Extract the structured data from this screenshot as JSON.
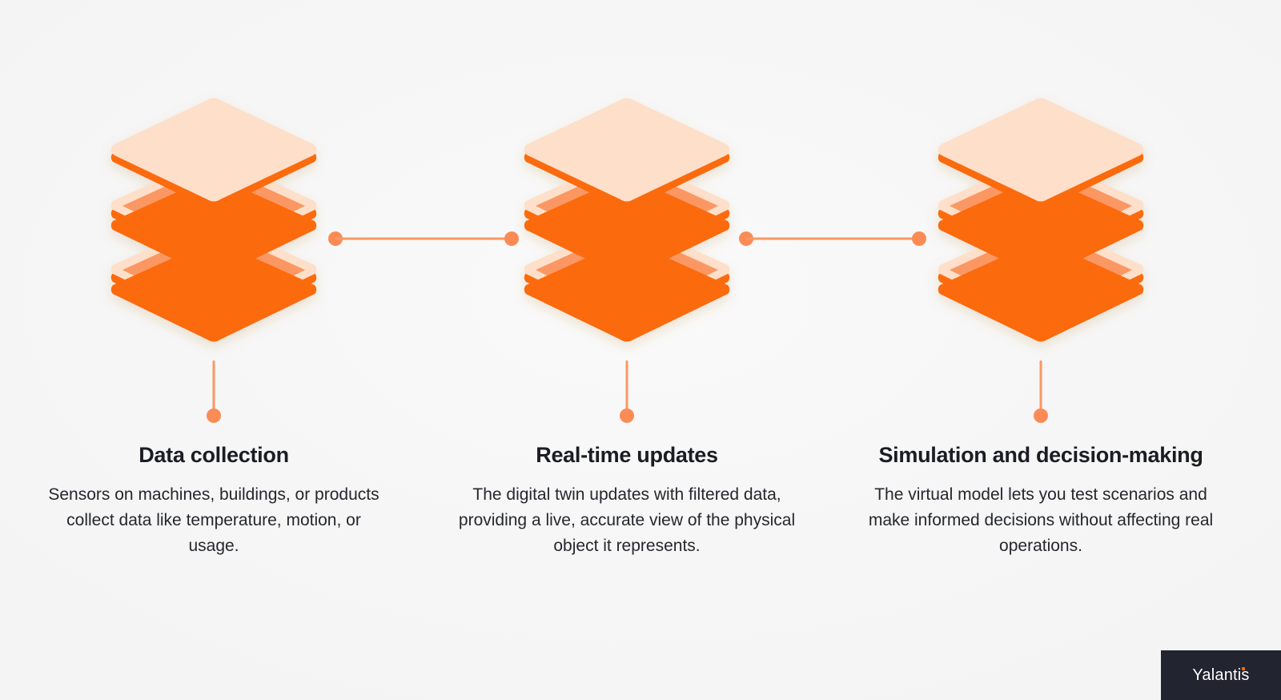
{
  "page": {
    "background_color": "#f6f6f6",
    "accent_color": "#fb6a0c",
    "accent_light_color": "#fddfca",
    "connector_color": "#fb8b55",
    "title_color": "#1b1d23",
    "body_color": "#25272d"
  },
  "steps": [
    {
      "icon": "stacked-layers-icon",
      "title": "Data collection",
      "description": "Sensors on machines, buildings, or products collect data like temperature, motion, or usage."
    },
    {
      "icon": "stacked-layers-icon",
      "title": "Real-time updates",
      "description": "The digital twin updates with filtered data, providing a live, accurate view of the physical object it represents."
    },
    {
      "icon": "stacked-layers-icon",
      "title": "Simulation and decision-making",
      "description": "The virtual model lets you test scenarios and make informed decisions without affecting real operations."
    }
  ],
  "connectors": [
    {
      "name": "connector-step1-step2",
      "orientation": "horizontal"
    },
    {
      "name": "connector-step2-step3",
      "orientation": "horizontal"
    }
  ],
  "brand": {
    "name": "Yalantis",
    "badge_background": "#222430",
    "dot_color": "#fb6a0c"
  }
}
